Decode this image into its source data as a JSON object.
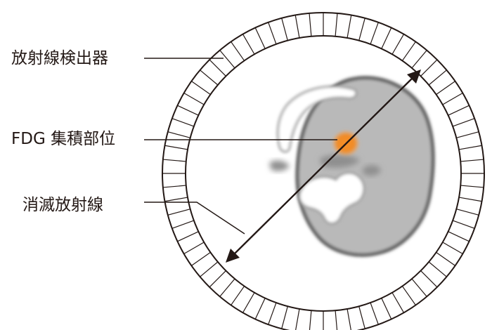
{
  "labels": {
    "detector": "放射線検出器",
    "fdg_site": "FDG 集積部位",
    "annihilation_radiation": "消滅放射線"
  },
  "detector_ring": {
    "segment_count": 72
  },
  "colors": {
    "line": "#231815",
    "tissue_fill": "#b9b9b9",
    "tissue_edge": "#555555",
    "organ_fill": "#ffffff",
    "organ_edge": "#9a9a9a",
    "shadow": "#8f8f8f",
    "fdg_hotspot": "#f08a24"
  }
}
